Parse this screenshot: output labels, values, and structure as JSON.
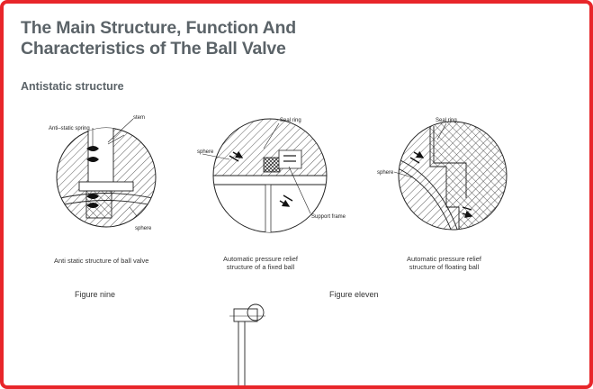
{
  "title_lines": [
    "The Main Structure, Function And",
    "Characteristics of The Ball Valve"
  ],
  "section_heading": "Antistatic structure",
  "figure1": {
    "labels": {
      "stem": "stem",
      "spring": "Anti–static spring",
      "sphere": "sphere"
    },
    "caption": "Anti static structure of ball valve"
  },
  "figure2": {
    "labels": {
      "seal_ring": "Seal ring",
      "sphere": "sphere",
      "support_frame": "Support frame"
    },
    "caption_lines": [
      "Automatic pressure relief",
      "structure of a fixed ball"
    ]
  },
  "figure3": {
    "labels": {
      "seal_ring": "Seal ring",
      "sphere": "sphere"
    },
    "caption_lines": [
      "Automatic pressure relief",
      "structure of floating ball"
    ]
  },
  "figure_labels": {
    "left": "Figure nine",
    "right": "Figure eleven"
  }
}
